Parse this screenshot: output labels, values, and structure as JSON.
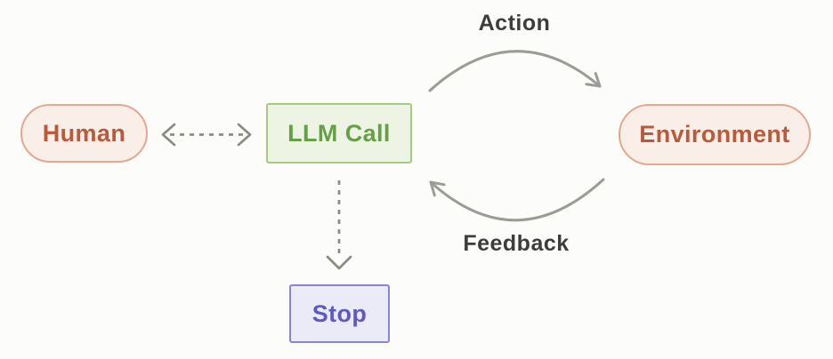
{
  "diagram": {
    "type": "flow-diagram",
    "description": "Agent loop diagram",
    "nodes": {
      "human": {
        "label": "Human",
        "shape": "pill",
        "fill": "#faeee9",
        "border": "#e3a88e",
        "text_color": "#b95a3a"
      },
      "llm_call": {
        "label": "LLM Call",
        "shape": "rect",
        "fill": "#edf4e3",
        "border": "#a7cb7e",
        "text_color": "#66a046"
      },
      "environment": {
        "label": "Environment",
        "shape": "pill",
        "fill": "#faeee9",
        "border": "#e3a88e",
        "text_color": "#b95a3a"
      },
      "stop": {
        "label": "Stop",
        "shape": "rect",
        "fill": "#ebebf8",
        "border": "#8a84d6",
        "text_color": "#6159c3"
      }
    },
    "edges": [
      {
        "id": "action",
        "label": "Action",
        "from": "llm_call",
        "to": "environment",
        "style": "solid-curved-arrow"
      },
      {
        "id": "feedback",
        "label": "Feedback",
        "from": "environment",
        "to": "llm_call",
        "style": "solid-curved-arrow"
      },
      {
        "id": "human-llm",
        "label": "",
        "from": "human",
        "to": "llm_call",
        "style": "dashed-double-headed-arrow"
      },
      {
        "id": "llm-stop",
        "label": "",
        "from": "llm_call",
        "to": "stop",
        "style": "dashed-arrow"
      }
    ],
    "colors": {
      "background": "#fcfcfb",
      "arrow_solid": "#9c9c94",
      "arrow_dashed": "#8b8b84",
      "edge_label_text": "#3d3d3d"
    }
  }
}
